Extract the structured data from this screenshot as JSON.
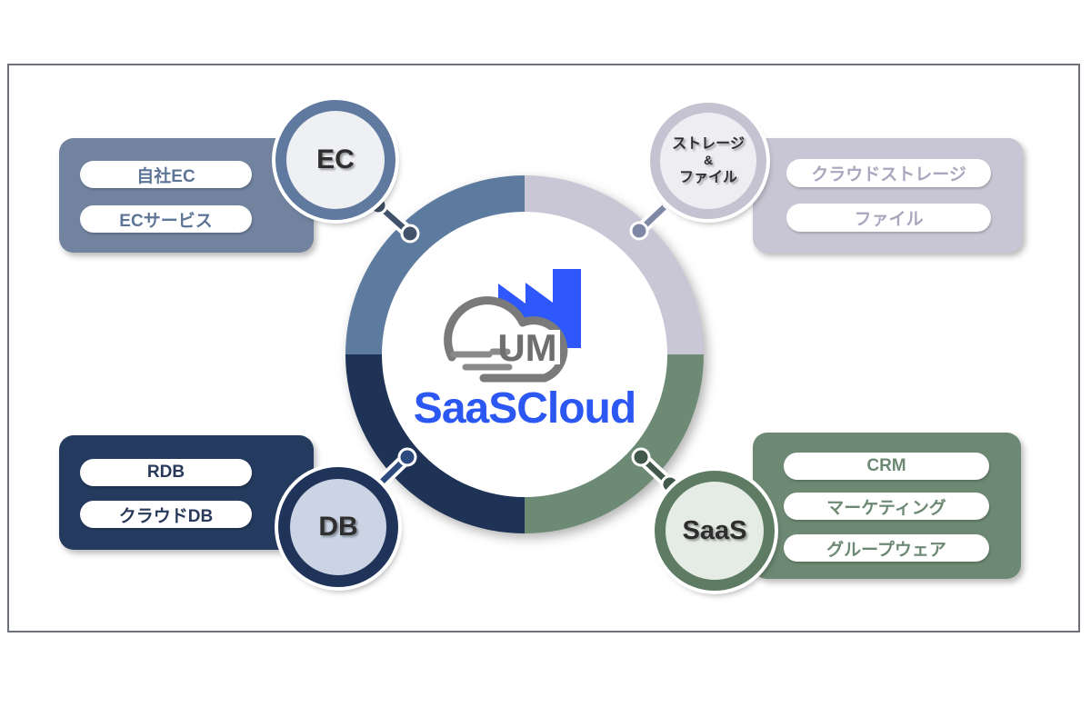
{
  "hub": {
    "logo_text": "UM",
    "title": "SaaSCloud",
    "quadrant_colors": {
      "top_left": "#5d7b9e",
      "top_right": "#c9c7d6",
      "bottom_right": "#6d8b74",
      "bottom_left": "#1f3356"
    }
  },
  "nodes": {
    "ec": {
      "label": "EC",
      "items": [
        "自社EC",
        "ECサービス"
      ],
      "accent": "#60799f",
      "box_color": "#71839f"
    },
    "storage": {
      "label_lines": [
        "ストレージ",
        "&",
        "ファイル"
      ],
      "items": [
        "クラウドストレージ",
        "ファイル"
      ],
      "accent": "#c5c3d2",
      "box_color": "#c8c6d4"
    },
    "db": {
      "label": "DB",
      "items": [
        "RDB",
        "クラウドDB"
      ],
      "accent": "#1f3458",
      "box_color": "#243a5e"
    },
    "saas": {
      "label": "SaaS",
      "items": [
        "CRM",
        "マーケティング",
        "グループウェア"
      ],
      "accent": "#5e7b64",
      "box_color": "#6d8973"
    }
  }
}
